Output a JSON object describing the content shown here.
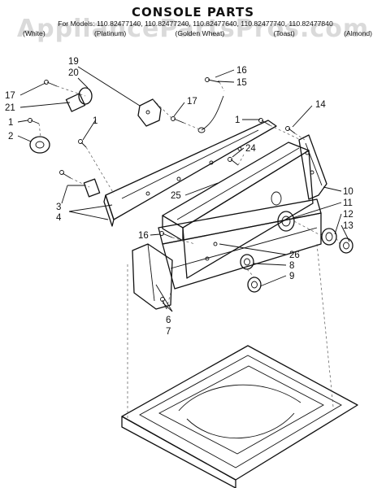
{
  "header": {
    "title": "CONSOLE PARTS",
    "models_line": "For Models: 110.82477140, 110.82477240, 110.82477640, 110.82477740, 110.82477840",
    "colors": [
      "(White)",
      "(Platinum)",
      "(Golden Wheat)",
      "(Toast)",
      "(Almond)"
    ]
  },
  "watermark": "AppliancePartsPros.com",
  "callouts": [
    "19",
    "20",
    "17",
    "21",
    "1",
    "2",
    "16",
    "15",
    "17",
    "14",
    "1",
    "24",
    "25",
    "1",
    "3",
    "4",
    "10",
    "11",
    "12",
    "13",
    "16",
    "26",
    "8",
    "9",
    "6",
    "7"
  ]
}
